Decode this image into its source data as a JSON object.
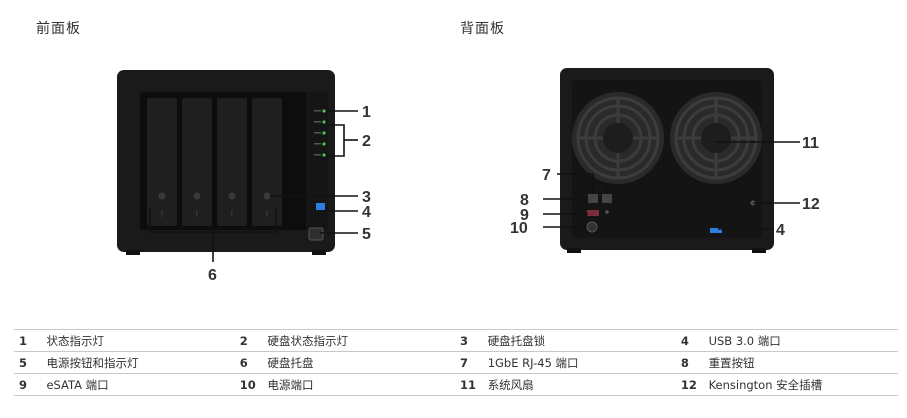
{
  "front_panel": {
    "title": "前面板",
    "callouts": {
      "c1": "1",
      "c2": "2",
      "c3": "3",
      "c4": "4",
      "c5": "5",
      "c6": "6"
    }
  },
  "back_panel": {
    "title": "背面板",
    "callouts": {
      "c7": "7",
      "c8": "8",
      "c9": "9",
      "c10": "10",
      "c11": "11",
      "c12": "12",
      "c4": "4"
    }
  },
  "legend": [
    [
      {
        "num": "1",
        "label": "状态指示灯"
      },
      {
        "num": "2",
        "label": "硬盘状态指示灯"
      },
      {
        "num": "3",
        "label": "硬盘托盘锁"
      },
      {
        "num": "4",
        "label": "USB 3.0 端口"
      }
    ],
    [
      {
        "num": "5",
        "label": "电源按钮和指示灯"
      },
      {
        "num": "6",
        "label": "硬盘托盘"
      },
      {
        "num": "7",
        "label": "1GbE RJ-45 端口"
      },
      {
        "num": "8",
        "label": "重置按钮"
      }
    ],
    [
      {
        "num": "9",
        "label": "eSATA 端口"
      },
      {
        "num": "10",
        "label": "电源端口"
      },
      {
        "num": "11",
        "label": "系统风扇"
      },
      {
        "num": "12",
        "label": "Kensington 安全插槽"
      }
    ]
  ],
  "colors": {
    "device": "#1c1c1c",
    "callout_line": "#111111",
    "led": "#4fc34f",
    "usb_blue": "#2a7de1",
    "rule": "#c8c8c8"
  }
}
